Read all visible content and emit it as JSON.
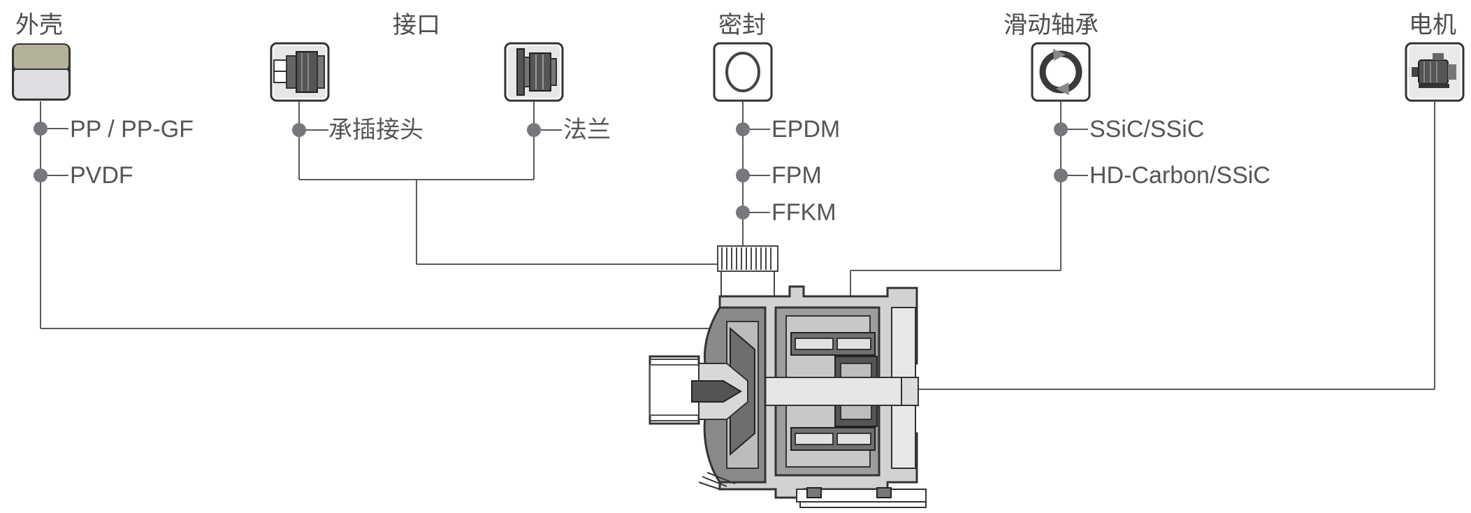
{
  "categories": [
    {
      "id": "housing",
      "title": "外壳",
      "options": [
        "PP / PP-GF",
        "PVDF"
      ],
      "icon": "housing-icon"
    },
    {
      "id": "connection",
      "title": "接口",
      "options": [
        "承插接头",
        "法兰"
      ],
      "icon": [
        "socket-connector-icon",
        "flange-icon"
      ]
    },
    {
      "id": "seal",
      "title": "密封",
      "options": [
        "EPDM",
        "FPM",
        "FFKM"
      ],
      "icon": "o-ring-icon"
    },
    {
      "id": "bearing",
      "title": "滑动轴承",
      "options": [
        "SSiC/SSiC",
        "HD-Carbon/SSiC"
      ],
      "icon": "bearing-rotation-icon"
    },
    {
      "id": "motor",
      "title": "电机",
      "options": [],
      "icon": "motor-icon"
    }
  ],
  "labels": {
    "housing_title": "外壳",
    "housing_opt_1": "PP / PP-GF",
    "housing_opt_2": "PVDF",
    "connection_title": "接口",
    "connection_opt_1": "承插接头",
    "connection_opt_2": "法兰",
    "seal_title": "密封",
    "seal_opt_1": "EPDM",
    "seal_opt_2": "FPM",
    "seal_opt_3": "FFKM",
    "bearing_title": "滑动轴承",
    "bearing_opt_1": "SSiC/SSiC",
    "bearing_opt_2": "HD-Carbon/SSiC",
    "motor_title": "电机"
  },
  "colors": {
    "wire": "#5a5a5a",
    "dot": "#77777c",
    "housing_top": "#b5b29a",
    "housing_bottom": "#dcdde1",
    "pump_dark": "#4a4a4a",
    "pump_mid": "#9a9a9a",
    "pump_light": "#d4d4d4"
  }
}
